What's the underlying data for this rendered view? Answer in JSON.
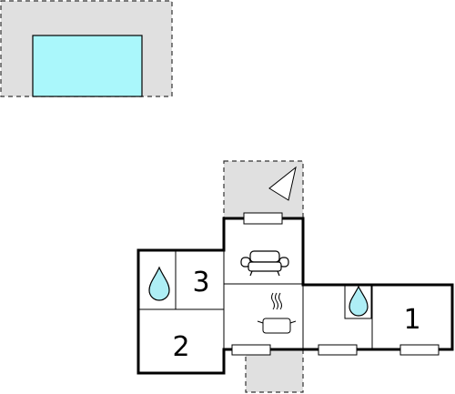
{
  "rooms": [
    {
      "id": "bedroom-1",
      "label": "1"
    },
    {
      "id": "bedroom-2",
      "label": "2"
    },
    {
      "id": "bedroom-3",
      "label": "3"
    }
  ],
  "colors": {
    "pool": "#aaf7fb",
    "terrace": "#e0e0e0",
    "water_drop": "#aeeef5",
    "walls": "#000000"
  },
  "icons": [
    "pool-icon",
    "compass-north-icon",
    "sofa-icon",
    "cooking-pot-icon",
    "bathroom-drop-icon"
  ]
}
